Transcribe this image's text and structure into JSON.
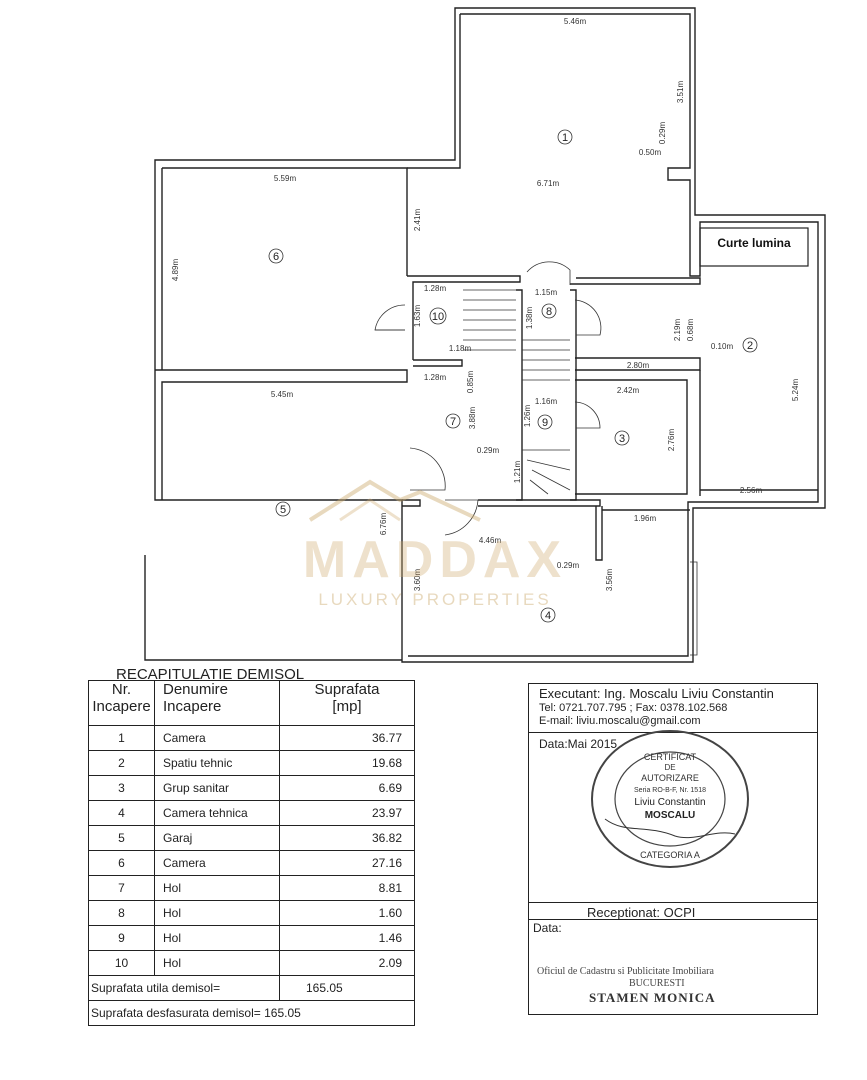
{
  "plan": {
    "labels": {
      "r1": "1",
      "r2": "2",
      "r3": "3",
      "r4": "4",
      "r5": "5",
      "r6": "6",
      "r7": "7",
      "r8": "8",
      "r9": "9",
      "r10": "10",
      "curte": "Curte lumina"
    },
    "dims": {
      "d1": "5.46m",
      "d2": "3.51m",
      "d3": "0.29m",
      "d4": "0.50m",
      "d5": "6.71m",
      "d6": "2.41m",
      "d7": "5.59m",
      "d8": "4.89m",
      "d9": "1.28m",
      "d10": "1.63m",
      "d11": "1.18m",
      "d12": "1.28m",
      "d13": "1.15m",
      "d14": "1.38m",
      "d15": "2.19m",
      "d16": "0.68m",
      "d17": "0.10m",
      "d18": "2.80m",
      "d19": "2.42m",
      "d20": "5.24m",
      "d21": "5.45m",
      "d22": "0.85m",
      "d23": "3.88m",
      "d24": "1.16m",
      "d25": "1.26m",
      "d26": "0.29m",
      "d27": "1.21m",
      "d28": "2.76m",
      "d29": "2.56m",
      "d30": "6.76m",
      "d31": "4.46m",
      "d32": "1.96m",
      "d33": "0.29m",
      "d34": "3.60m",
      "d35": "3.56m"
    }
  },
  "watermark": {
    "brand": "MADDAX",
    "tagline": "LUXURY PROPERTIES"
  },
  "recap": {
    "title": "RECAPITULATIE DEMISOL",
    "headers": {
      "nr": "Nr.\nIncapere",
      "name": "Denumire\nIncapere",
      "area": "Suprafata\n[mp]"
    },
    "rows": [
      {
        "nr": "1",
        "name": "Camera",
        "area": "36.77"
      },
      {
        "nr": "2",
        "name": "Spatiu tehnic",
        "area": "19.68"
      },
      {
        "nr": "3",
        "name": "Grup sanitar",
        "area": "6.69"
      },
      {
        "nr": "4",
        "name": "Camera tehnica",
        "area": "23.97"
      },
      {
        "nr": "5",
        "name": "Garaj",
        "area": "36.82"
      },
      {
        "nr": "6",
        "name": "Camera",
        "area": "27.16"
      },
      {
        "nr": "7",
        "name": "Hol",
        "area": "8.81"
      },
      {
        "nr": "8",
        "name": "Hol",
        "area": "1.60"
      },
      {
        "nr": "9",
        "name": "Hol",
        "area": "1.46"
      },
      {
        "nr": "10",
        "name": "Hol",
        "area": "2.09"
      }
    ],
    "util_label": "Suprafata utila demisol=",
    "util_value": "165.05",
    "desf_label": "Suprafata desfasurata demisol=",
    "desf_value": "165.05"
  },
  "cert": {
    "executant": "Executant: Ing. Moscalu Liviu Constantin",
    "contact": "Tel: 0721.707.795 ; Fax: 0378.102.568",
    "email": "E-mail: liviu.moscalu@gmail.com",
    "date": "Data:Mai 2015",
    "receptionat": "Receptionat: OCPI",
    "date2": "Data:",
    "ocpi": "Oficiul de Cadastru si Publicitate Imobiliara",
    "bucuresti": "BUCURESTI",
    "stamp_name": "STAMEN MONICA"
  },
  "seal": {
    "line1": "CERTIFICAT",
    "line2": "DE",
    "line3": "AUTORIZARE",
    "line4": "Seria RO-B-F, Nr. 1518",
    "line5": "Liviu Constantin",
    "line6": "MOSCALU",
    "line7": "CATEGORIA A"
  }
}
